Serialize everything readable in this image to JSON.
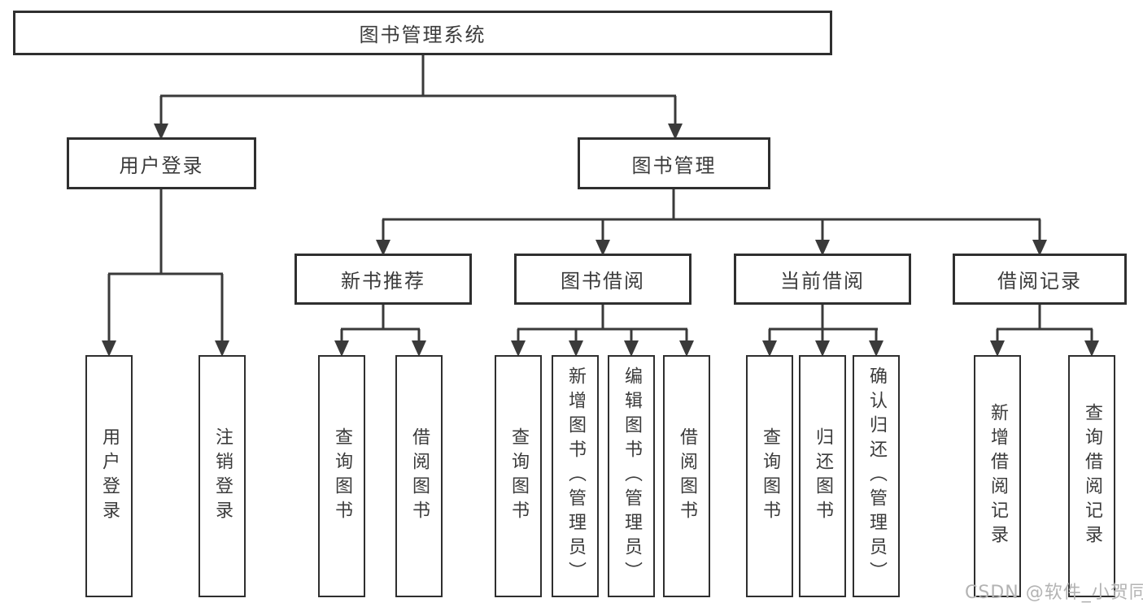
{
  "diagram_title": "图书管理系统",
  "colors": {
    "line": "#3a3a3a",
    "box_border": "#2f2f2f",
    "text": "#3b3b3b",
    "watermark": "#b3b3b3",
    "background": "#ffffff"
  },
  "watermark": {
    "text": "CSDN @软件_小贺同学"
  },
  "nodes": {
    "root": {
      "label": "图书管理系统"
    },
    "userLogin": {
      "label": "用户登录"
    },
    "bookMgmt": {
      "label": "图书管理"
    },
    "newBookRec": {
      "label": "新书推荐"
    },
    "bookBorrow": {
      "label": "图书借阅"
    },
    "currentBorrow": {
      "label": "当前借阅"
    },
    "borrowRecord": {
      "label": "借阅记录"
    },
    "leafUserLogin": {
      "label": "用户登录"
    },
    "leafLogout": {
      "label": "注销登录"
    },
    "leafRecQuery": {
      "label": "查询图书"
    },
    "leafRecBorrow": {
      "label": "借阅图书"
    },
    "leafBorQuery": {
      "label": "查询图书"
    },
    "leafBorAdd": {
      "label": "新增图书（管理员）"
    },
    "leafBorEdit": {
      "label": "编辑图书（管理员）"
    },
    "leafBorBorrow": {
      "label": "借阅图书"
    },
    "leafCurQuery": {
      "label": "查询图书"
    },
    "leafCurReturn": {
      "label": "归还图书"
    },
    "leafCurConfirm": {
      "label": "确认归还（管理员）"
    },
    "leafRecordAdd": {
      "label": "新增借阅记录"
    },
    "leafRecordQuery": {
      "label": "查询借阅记录"
    }
  },
  "tree": {
    "root": "图书管理系统",
    "children": [
      {
        "label": "用户登录",
        "children": [
          "用户登录",
          "注销登录"
        ]
      },
      {
        "label": "图书管理",
        "children": [
          {
            "label": "新书推荐",
            "children": [
              "查询图书",
              "借阅图书"
            ]
          },
          {
            "label": "图书借阅",
            "children": [
              "查询图书",
              "新增图书（管理员）",
              "编辑图书（管理员）",
              "借阅图书"
            ]
          },
          {
            "label": "当前借阅",
            "children": [
              "查询图书",
              "归还图书",
              "确认归还（管理员）"
            ]
          },
          {
            "label": "借阅记录",
            "children": [
              "新增借阅记录",
              "查询借阅记录"
            ]
          }
        ]
      }
    ]
  }
}
